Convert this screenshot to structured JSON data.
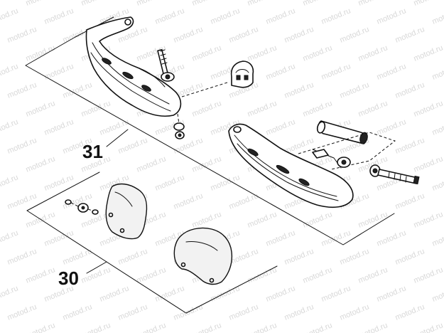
{
  "watermark": {
    "text": "motod.ru"
  },
  "callouts": [
    {
      "id": "31",
      "label": "31"
    },
    {
      "id": "30",
      "label": "30"
    }
  ]
}
